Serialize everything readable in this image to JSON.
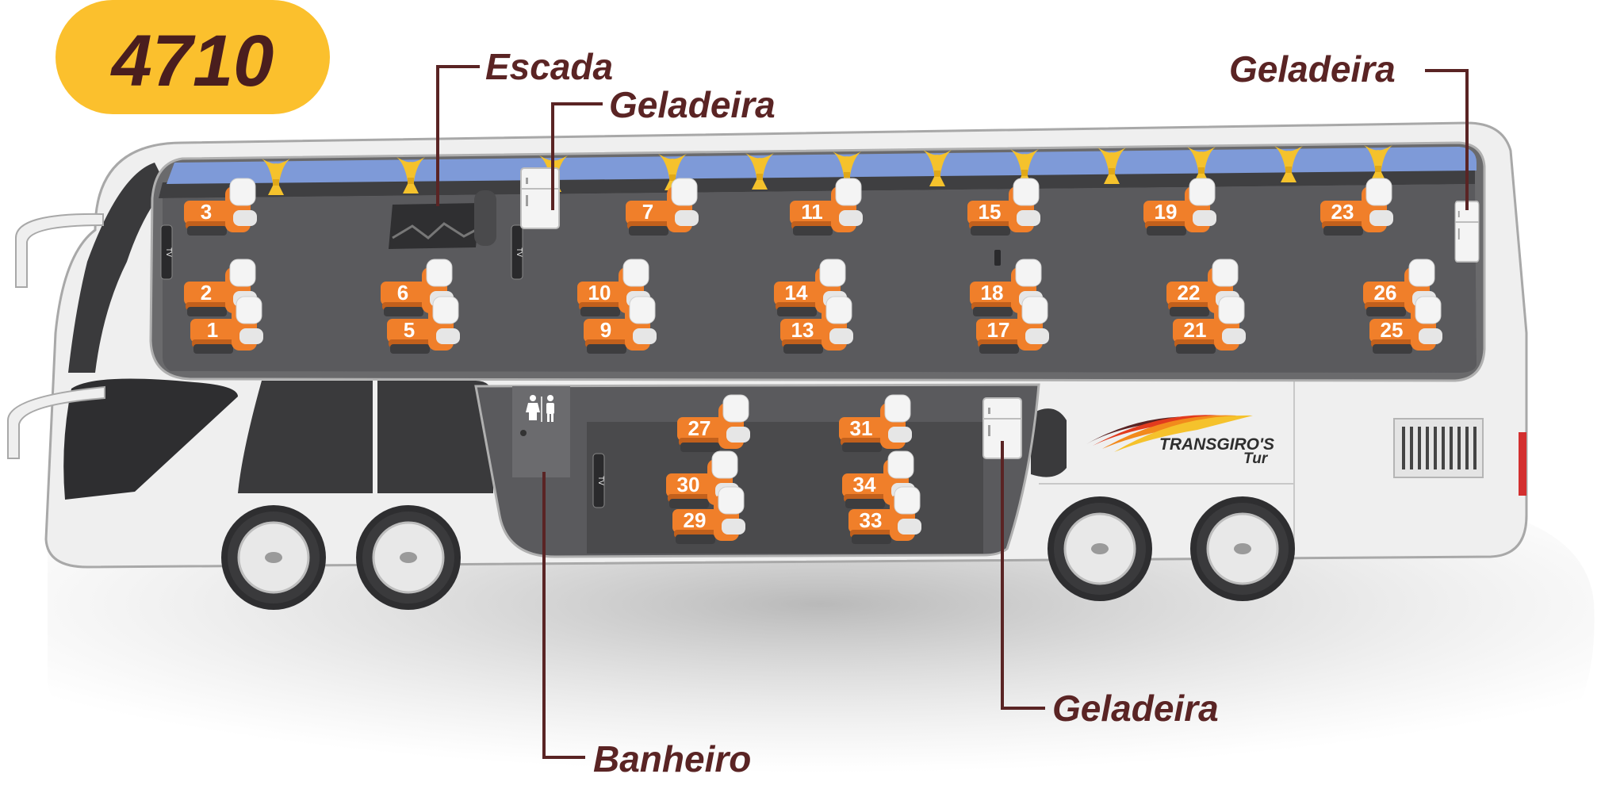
{
  "bus_number": "4710",
  "callouts": {
    "escada": "Escada",
    "geladeira_upper_mid": "Geladeira",
    "geladeira_upper_rear": "Geladeira",
    "geladeira_lower": "Geladeira",
    "banheiro": "Banheiro"
  },
  "brand": {
    "line1": "TRANSGIRO'S",
    "line2": "Tur"
  },
  "tv_label": "TV",
  "upper_deck": {
    "window_row": [
      "3",
      "7",
      "11",
      "15",
      "19",
      "23"
    ],
    "aisle_pairs": [
      [
        "2",
        "1"
      ],
      [
        "6",
        "5"
      ],
      [
        "10",
        "9"
      ],
      [
        "14",
        "13"
      ],
      [
        "18",
        "17"
      ],
      [
        "22",
        "21"
      ],
      [
        "26",
        "25"
      ]
    ]
  },
  "lower_deck": {
    "window_row": [
      "27",
      "31"
    ],
    "aisle_pairs": [
      [
        "30",
        "29"
      ],
      [
        "34",
        "33"
      ]
    ]
  },
  "colors": {
    "badge": "#fbc02d",
    "callout_text": "#5a2424",
    "seat": "#f07f2a",
    "headrest": "#f2f2f2",
    "floor": "#5a5a5d",
    "window_strip": "#7e9ad8",
    "curtain": "#f5c22c",
    "body": "#efefef"
  }
}
